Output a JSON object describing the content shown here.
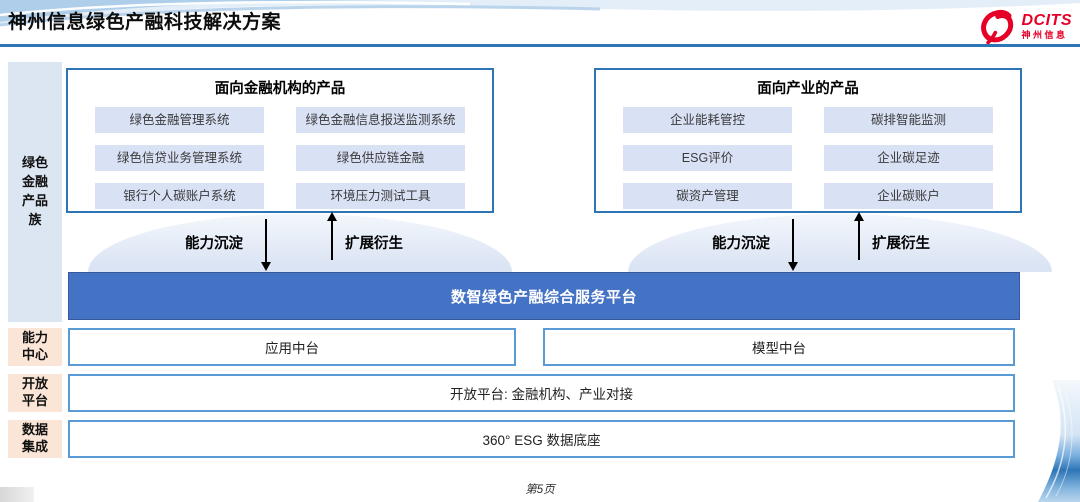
{
  "slide": {
    "title": "神州信息绿色产融科技解决方案",
    "page_footer": "第5页"
  },
  "logo": {
    "text": "DCITS",
    "subtext": "神州信息"
  },
  "diagram": {
    "left_axis_label": "绿色金融产品族",
    "product_groups": [
      {
        "title": "面向金融机构的产品",
        "items": [
          "绿色金融管理系统",
          "绿色金融信息报送监测系统",
          "绿色信贷业务管理系统",
          "绿色供应链金融",
          "银行个人碳账户系统",
          "环境压力测试工具"
        ]
      },
      {
        "title": "面向产业的产品",
        "items": [
          "企业能耗管控",
          "碳排智能监测",
          "ESG评价",
          "企业碳足迹",
          "碳资产管理",
          "企业碳账户"
        ]
      }
    ],
    "flow": {
      "down_label": "能力沉淀",
      "up_label": "扩展衍生"
    },
    "platform_bar": "数智绿色产融综合服务平台",
    "layers": [
      {
        "label": "能力中心",
        "cells": [
          "应用中台",
          "模型中台"
        ]
      },
      {
        "label": "开放平台",
        "cells": [
          "开放平台: 金融机构、产业对接"
        ]
      },
      {
        "label": "数据集成",
        "cells": [
          "360° ESG 数据底座"
        ]
      }
    ]
  },
  "colors": {
    "accent_blue": "#2E75B6",
    "bar_blue": "#4472C4",
    "item_bg": "#D9E1F5",
    "axis_bg": "#DCE6F2",
    "layer_label_bg": "#FBE5D6",
    "row_border": "#5B9BD5",
    "logo_red": "#E60027"
  }
}
